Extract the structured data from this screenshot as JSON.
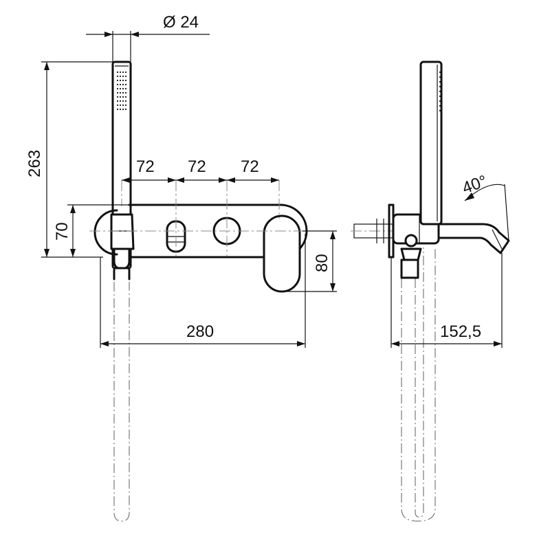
{
  "dimensions": {
    "hand_shower_diameter": "Ø 24",
    "total_height": "263",
    "spacing_1": "72",
    "spacing_2": "72",
    "spacing_3": "72",
    "plate_height": "70",
    "handle_height": "80",
    "total_width": "280",
    "side_depth": "152,5",
    "spout_angle": "40°"
  },
  "colors": {
    "line": "#111111",
    "centerline": "#888888",
    "background": "#ffffff"
  }
}
